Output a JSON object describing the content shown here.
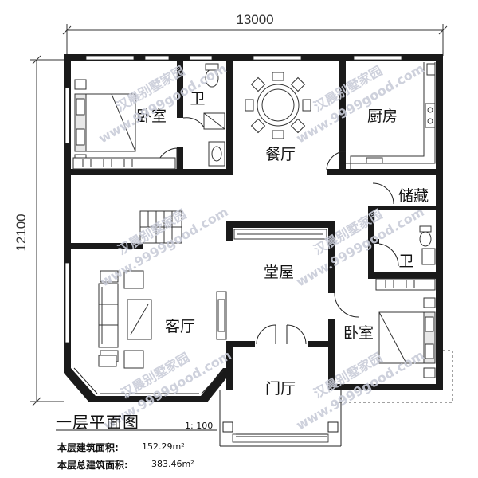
{
  "dimensions": {
    "width": "13000",
    "height": "12100"
  },
  "rooms": {
    "bedroom_nw": "卧室",
    "bath_nw": "卫",
    "dining": "餐厅",
    "kitchen": "厨房",
    "storage": "储藏",
    "hall": "堂屋",
    "bath_e": "卫",
    "living": "客厅",
    "bedroom_se": "卧室",
    "foyer": "门厅"
  },
  "title": {
    "name": "一层平面图",
    "scale": "1: 100"
  },
  "area": {
    "floor_label": "本层建筑面积:",
    "floor_value": "152.29m²",
    "total_label": "本层总建筑面积:",
    "total_value": "383.46m²"
  },
  "watermark": {
    "brand": "汉晨别墅家园",
    "url": "www.9999good.com"
  }
}
